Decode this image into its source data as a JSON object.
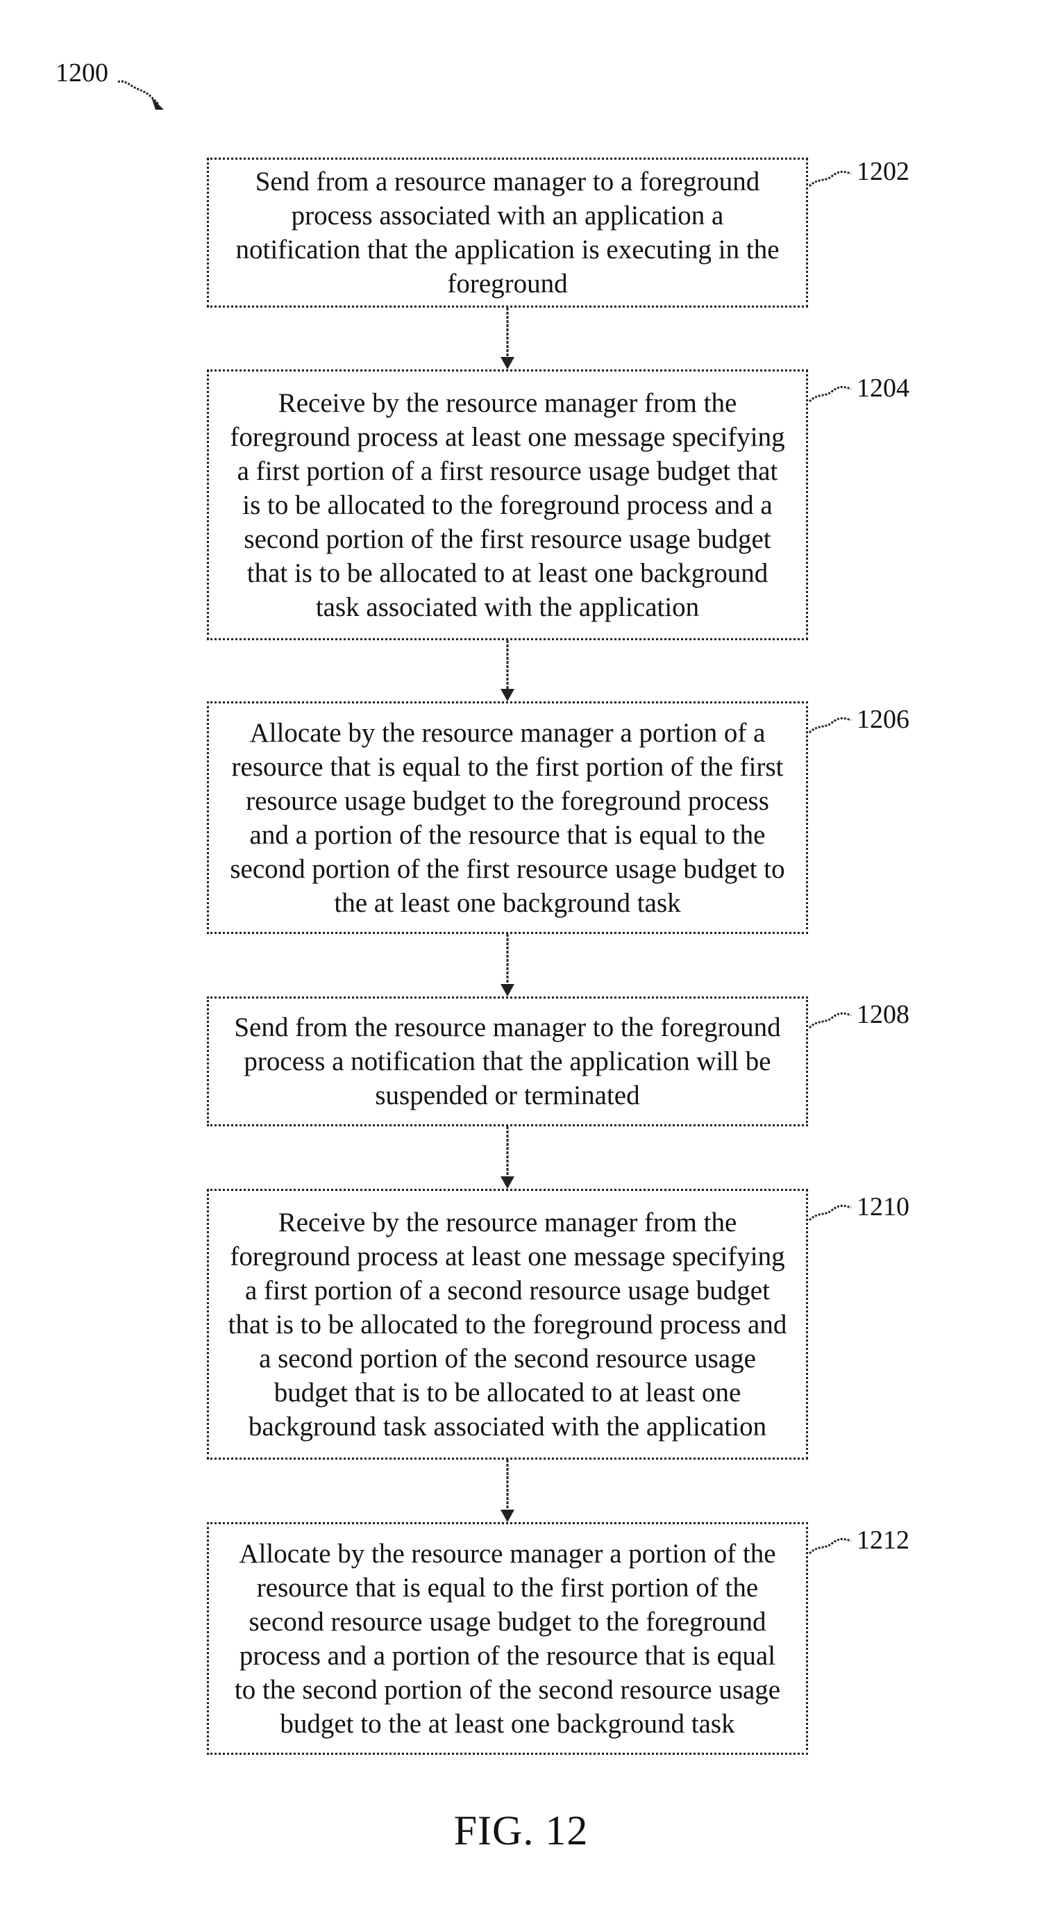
{
  "figure": {
    "reference": "1200",
    "caption": "FIG. 12"
  },
  "steps": [
    {
      "label": "1202",
      "text": "Send from a resource manager to a foreground\nprocess associated with an application a\nnotification that the application is executing in the\nforeground"
    },
    {
      "label": "1204",
      "text": "Receive by the resource manager from the\nforeground process at least one message specifying\na first portion of a first resource usage budget that\nis to be allocated to the foreground process and a\nsecond portion of the first resource usage budget\nthat is to be allocated to at least one background\ntask associated with the application"
    },
    {
      "label": "1206",
      "text": "Allocate by the resource manager a portion of a\nresource that is equal to the first portion of the first\nresource usage budget to the foreground process\nand a portion of the resource that is equal to the\nsecond portion of the first resource usage budget to\nthe at least one background task"
    },
    {
      "label": "1208",
      "text": "Send from the resource manager to the foreground\nprocess a notification that the application will be\nsuspended or terminated"
    },
    {
      "label": "1210",
      "text": "Receive by the resource manager from the\nforeground process at least one message specifying\na first portion of a second resource usage budget\nthat is to be allocated to the foreground process and\na second portion of the second resource usage\nbudget that is to be allocated to at least one\nbackground task associated with the application"
    },
    {
      "label": "1212",
      "text": "Allocate by the resource manager a portion of the\nresource that is equal to the first portion of the\nsecond resource usage budget to the foreground\nprocess and a portion of the resource that is equal\nto the second portion of the second resource usage\nbudget to the at least one background task"
    }
  ]
}
